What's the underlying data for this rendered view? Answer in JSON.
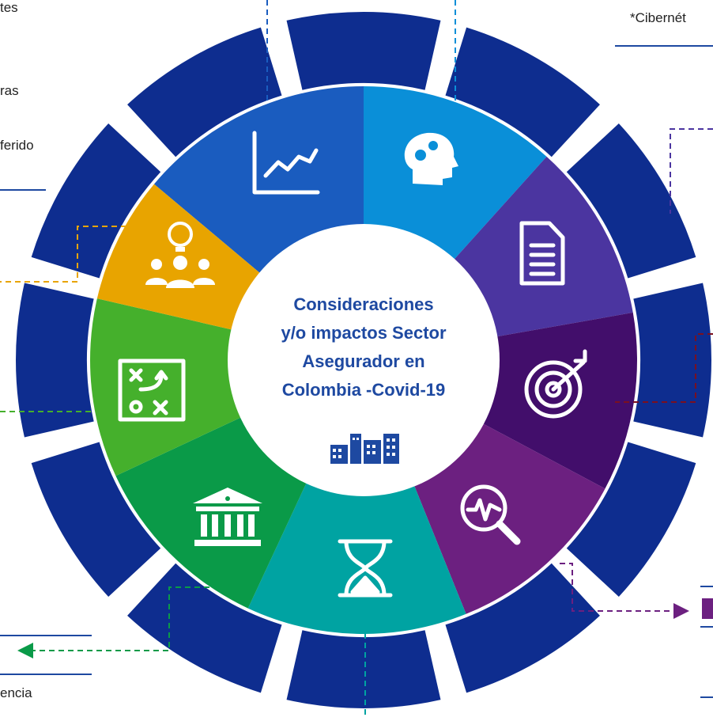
{
  "center": {
    "lines": [
      "Consideraciones",
      "y/o impactos Sector",
      "Asegurador en",
      "Colombia -Covid-19"
    ],
    "icon": "buildings-icon"
  },
  "colors": {
    "outer_ring": "#0e2d8f",
    "center_text": "#1e49a1",
    "segments": [
      "#1a5cbf",
      "#0a8fd8",
      "#4b35a0",
      "#420e6b",
      "#6c2080",
      "#00a3a2",
      "#0a9a48",
      "#45b02c",
      "#e8a400"
    ]
  },
  "segments": [
    {
      "name": "growth-chart",
      "icon": "line-chart-icon"
    },
    {
      "name": "innovation-head",
      "icon": "head-gears-icon"
    },
    {
      "name": "document",
      "icon": "document-icon"
    },
    {
      "name": "target",
      "icon": "target-icon"
    },
    {
      "name": "analysis",
      "icon": "magnifier-pulse-icon"
    },
    {
      "name": "time",
      "icon": "hourglass-icon"
    },
    {
      "name": "institution",
      "icon": "bank-building-icon"
    },
    {
      "name": "strategy",
      "icon": "strategy-board-icon"
    },
    {
      "name": "ideas-team",
      "icon": "team-idea-icon"
    }
  ],
  "text_fragments": {
    "top_left": "tes",
    "left_1": "ras",
    "left_2": "ferido",
    "top_right": "*Cibernét",
    "bottom_left": "encia"
  }
}
